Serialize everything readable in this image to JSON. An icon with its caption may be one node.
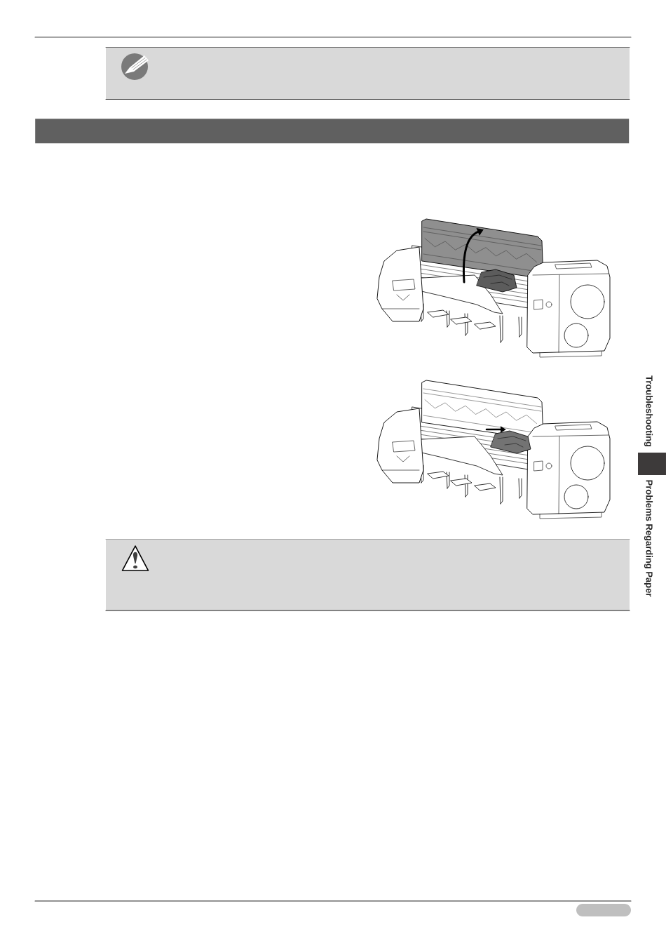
{
  "diagram": {
    "nodes": [
      {
        "text": [],
        "shape": "bar"
      }
    ],
    "labels": [
      "Troubleshooting",
      "Problems Regarding Paper"
    ]
  }
}
